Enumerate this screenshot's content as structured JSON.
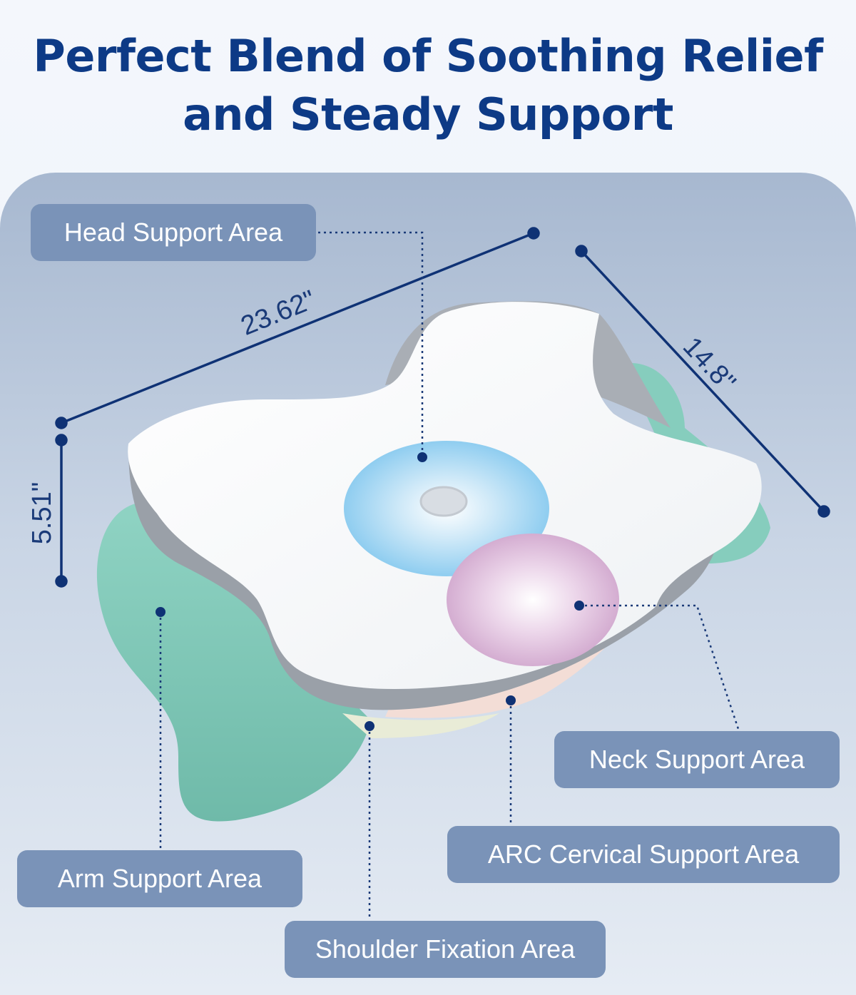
{
  "headline": {
    "line1": "Perfect Blend of Soothing Relief",
    "line2": "and Steady Support"
  },
  "dimensions": {
    "length": "23.62\"",
    "width": "14.8\"",
    "height": "5.51\""
  },
  "areas": {
    "head": "Head Support Area",
    "neck": "Neck Support Area",
    "arc": "ARC Cervical Support Area",
    "arm": "Arm Support Area",
    "shoulder": "Shoulder Fixation Area"
  },
  "colors": {
    "headline": "#0d3a86",
    "label_bg": "#7a93b8",
    "dimension_line": "#0f3275",
    "head_zone": "#8fcdf0",
    "neck_zone": "#d9b3d6",
    "arm_wing": "#7ec7b6",
    "shoulder_wing": "#f3ddd6"
  }
}
